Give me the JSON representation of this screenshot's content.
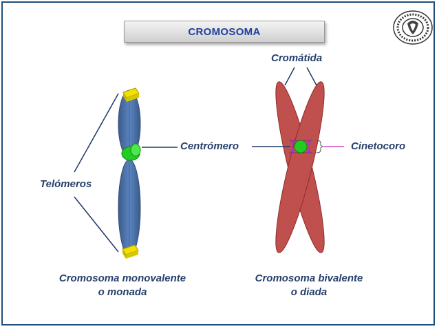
{
  "title": "CROMOSOMA",
  "labels": {
    "cromatida": "Cromátida",
    "centromero": "Centrómero",
    "cinetocoro": "Cinetocoro",
    "telomeros": "Telómeros",
    "monovalente_line1": "Cromosoma monovalente",
    "monovalente_line2": "o monada",
    "bivalente_line1": "Cromosoma bivalente",
    "bivalente_line2": "o diada"
  },
  "colors": {
    "title_text": "#1f3f9a",
    "label_text": "#27406b",
    "chromosome_blue": "#4a6fa5",
    "chromatid_red": "#c0504d",
    "centromere_green": "#22cc22",
    "telomere_yellow": "#e8d400",
    "kinetochore_purple": "#9b3bbf",
    "pointer_line": "#1f3864"
  },
  "icons": {
    "seal": "university-seal-icon"
  }
}
